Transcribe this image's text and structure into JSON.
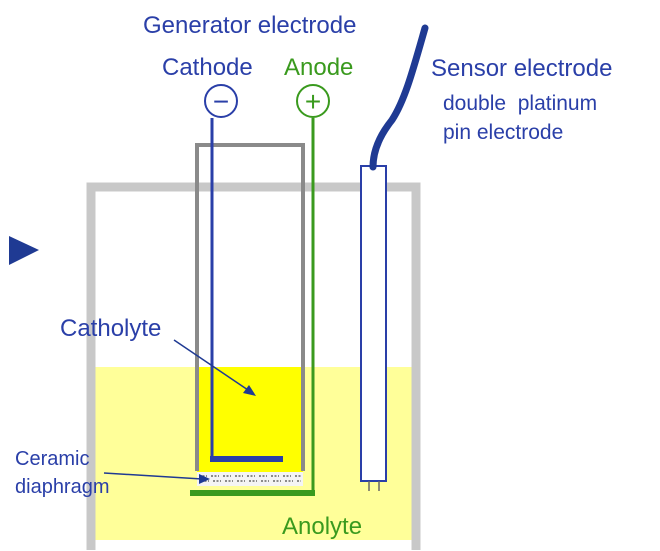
{
  "labels": {
    "generator_electrode": "Generator electrode",
    "cathode": "Cathode",
    "anode": "Anode",
    "cathode_symbol": "−",
    "anode_symbol": "+",
    "sensor_electrode": "Sensor electrode",
    "sensor_desc_line1": "double  platinum",
    "sensor_desc_line2": "pin electrode",
    "catholyte": "Catholyte",
    "ceramic_line1": "Ceramic",
    "ceramic_line2": "diaphragm",
    "anolyte": "Anolyte"
  },
  "colors": {
    "blue": "#2a3fa8",
    "dark_blue": "#1f3a93",
    "green": "#3a9a1e",
    "gray": "#c8c8c8",
    "dark_gray": "#8a8a8a",
    "anolyte": "#ffff99",
    "catholyte": "#ffff00"
  },
  "icons": {
    "pointer": "right-triangle-icon"
  }
}
